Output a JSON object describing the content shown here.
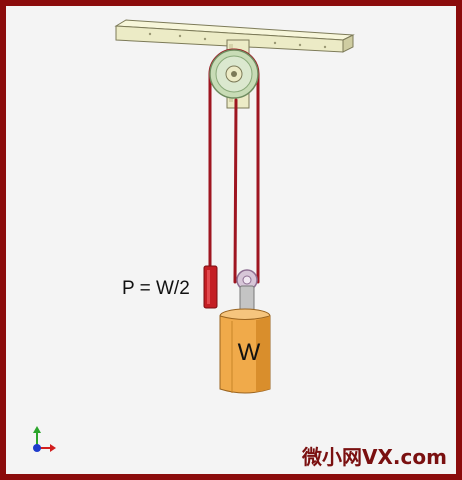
{
  "diagram": {
    "force_label": "P = W/2",
    "weight_label": "W"
  },
  "watermark": {
    "text": "微小网VX.com"
  },
  "colors": {
    "frame": "#8b0c0c",
    "rope": "#9e1520",
    "beam": "#ecebc6",
    "weight": "#f0aa4a",
    "fixed_pulley": "#c8dcb6",
    "movable_pulley": "#d7c6d8",
    "handle": "#c41e24"
  },
  "icons": {
    "axis_triad": "xyz-axis-icon"
  }
}
